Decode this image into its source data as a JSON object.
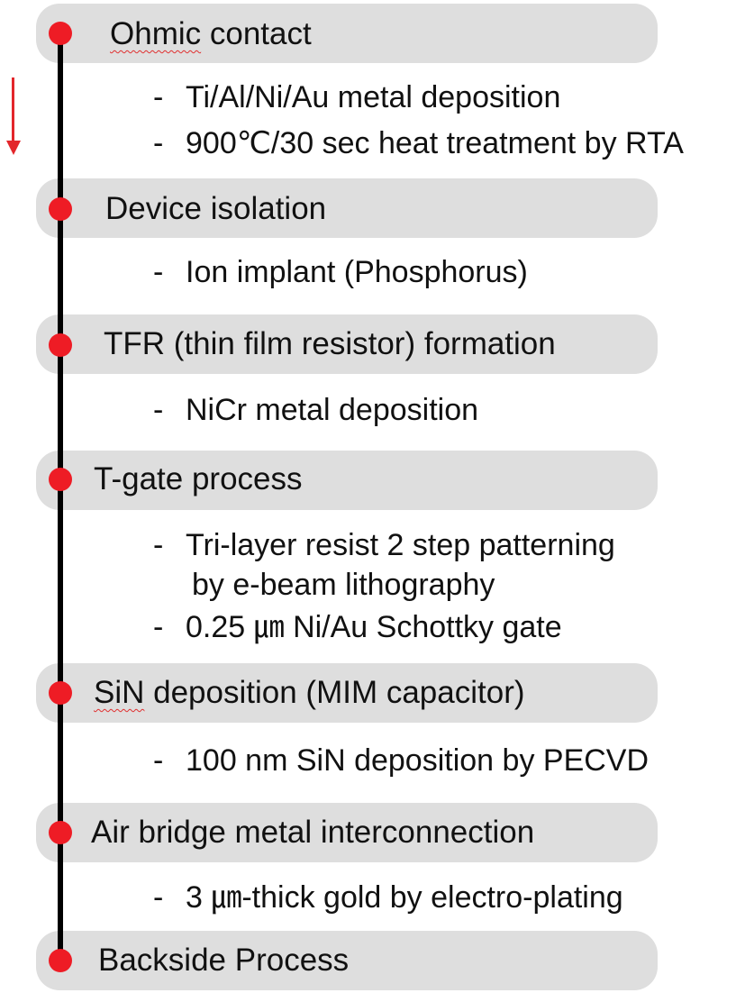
{
  "colors": {
    "step_box": "#dedede",
    "dot": "#ee1c25",
    "line": "#000000",
    "arrow": "#e3262b"
  },
  "steps": [
    {
      "title_main": "Ohmic",
      "title_rest": " contact",
      "title": "Ohmic contact",
      "details": [
        "Ti/Al/Ni/Au metal deposition",
        "900℃/30 sec heat treatment by RTA"
      ]
    },
    {
      "title": "Device isolation",
      "details": [
        "Ion implant (Phosphorus)"
      ]
    },
    {
      "title": "TFR (thin film resistor) formation",
      "details": [
        "NiCr metal deposition"
      ]
    },
    {
      "title": "T-gate process",
      "details": [
        "Tri-layer resist 2 step patterning",
        "by e-beam lithography",
        "0.25 ㎛ Ni/Au Schottky gate"
      ]
    },
    {
      "title_main": "SiN",
      "title_rest": " deposition (MIM capacitor)",
      "title": "SiN deposition (MIM capacitor)",
      "details": [
        "100 nm SiN deposition by PECVD"
      ]
    },
    {
      "title": "Air bridge metal interconnection",
      "details": [
        "3 ㎛-thick gold by electro-plating"
      ]
    },
    {
      "title": "Backside Process",
      "details": []
    }
  ],
  "dash": "-"
}
